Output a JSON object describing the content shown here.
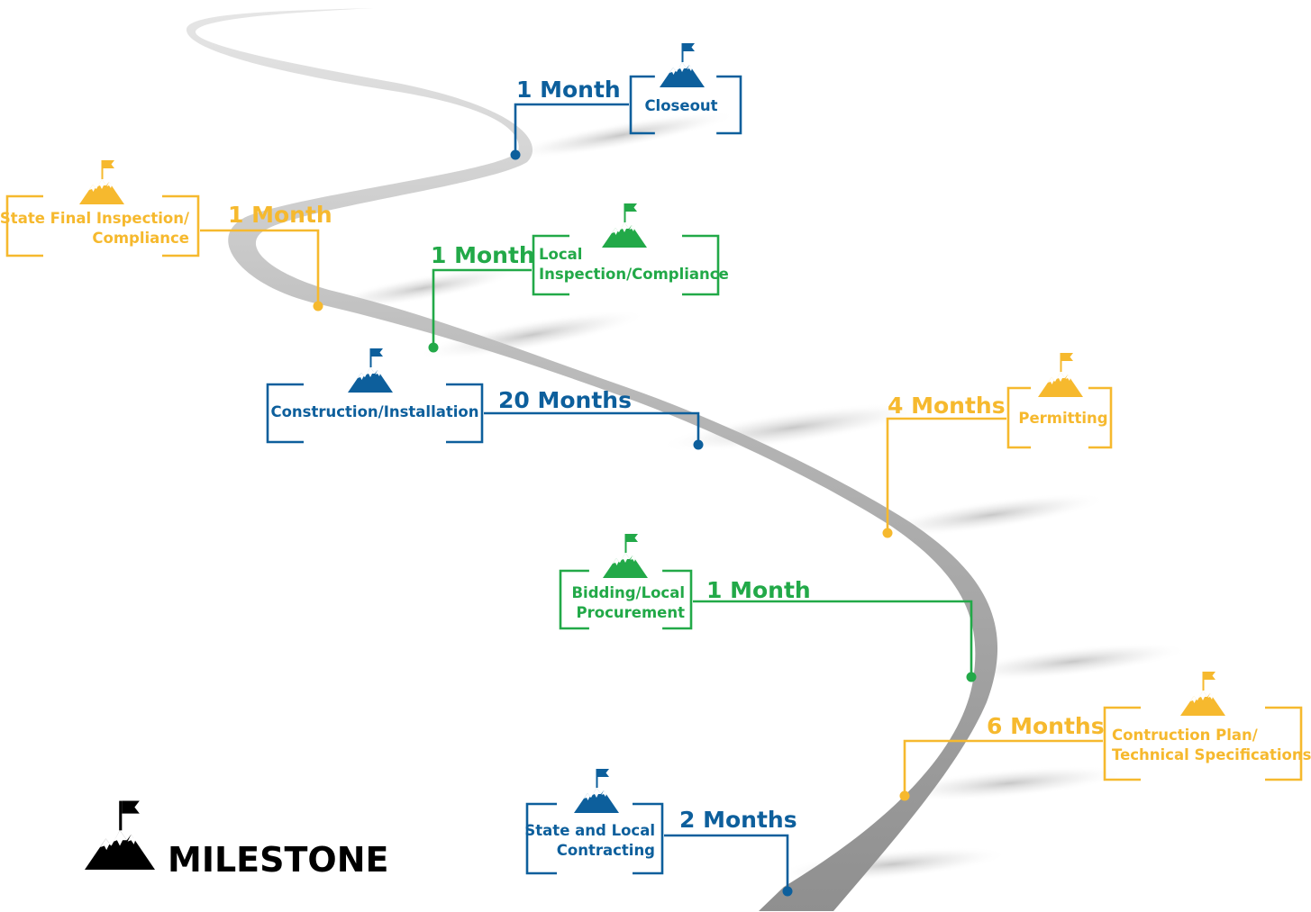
{
  "colors": {
    "blue": "#0d5f9c",
    "yellow": "#f6b92e",
    "green": "#22a948",
    "road": "#a9a9a9",
    "black": "#000000"
  },
  "legend": {
    "icon": "mountain-flag-icon",
    "label": "MILESTONE"
  },
  "milestones": [
    {
      "id": "closeout",
      "lines": [
        "Closeout"
      ],
      "duration": "1 Month",
      "color": "blue",
      "icon": "mountain-flag-icon"
    },
    {
      "id": "state-final",
      "lines": [
        "State Final Inspection/",
        "Compliance"
      ],
      "duration": "1 Month",
      "color": "yellow",
      "icon": "mountain-flag-icon"
    },
    {
      "id": "local-inspection",
      "lines": [
        "Local",
        "Inspection/Compliance"
      ],
      "duration": "1 Month",
      "color": "green",
      "icon": "mountain-flag-icon"
    },
    {
      "id": "construction",
      "lines": [
        "Construction/Installation"
      ],
      "duration": "20 Months",
      "color": "blue",
      "icon": "mountain-flag-icon"
    },
    {
      "id": "permitting",
      "lines": [
        "Permitting"
      ],
      "duration": "4 Months",
      "color": "yellow",
      "icon": "mountain-flag-icon"
    },
    {
      "id": "bidding",
      "lines": [
        "Bidding/Local",
        "Procurement"
      ],
      "duration": "1 Month",
      "color": "green",
      "icon": "mountain-flag-icon"
    },
    {
      "id": "construction-plan",
      "lines": [
        "Contruction Plan/",
        "Technical Specifications"
      ],
      "duration": "6 Months",
      "color": "yellow",
      "icon": "mountain-flag-icon"
    },
    {
      "id": "contracting",
      "lines": [
        "State and Local",
        "Contracting"
      ],
      "duration": "2 Months",
      "color": "blue",
      "icon": "mountain-flag-icon"
    }
  ]
}
